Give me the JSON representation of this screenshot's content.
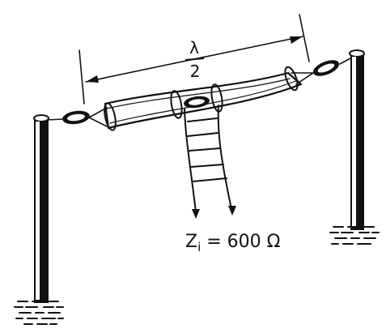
{
  "diagram": {
    "span_label_numerator": "λ",
    "span_label_denominator": "2",
    "impedance_label": "Z",
    "impedance_subscript": "i",
    "impedance_value": " = 600 Ω"
  },
  "colors": {
    "ink": "#111111",
    "background": "#ffffff"
  }
}
